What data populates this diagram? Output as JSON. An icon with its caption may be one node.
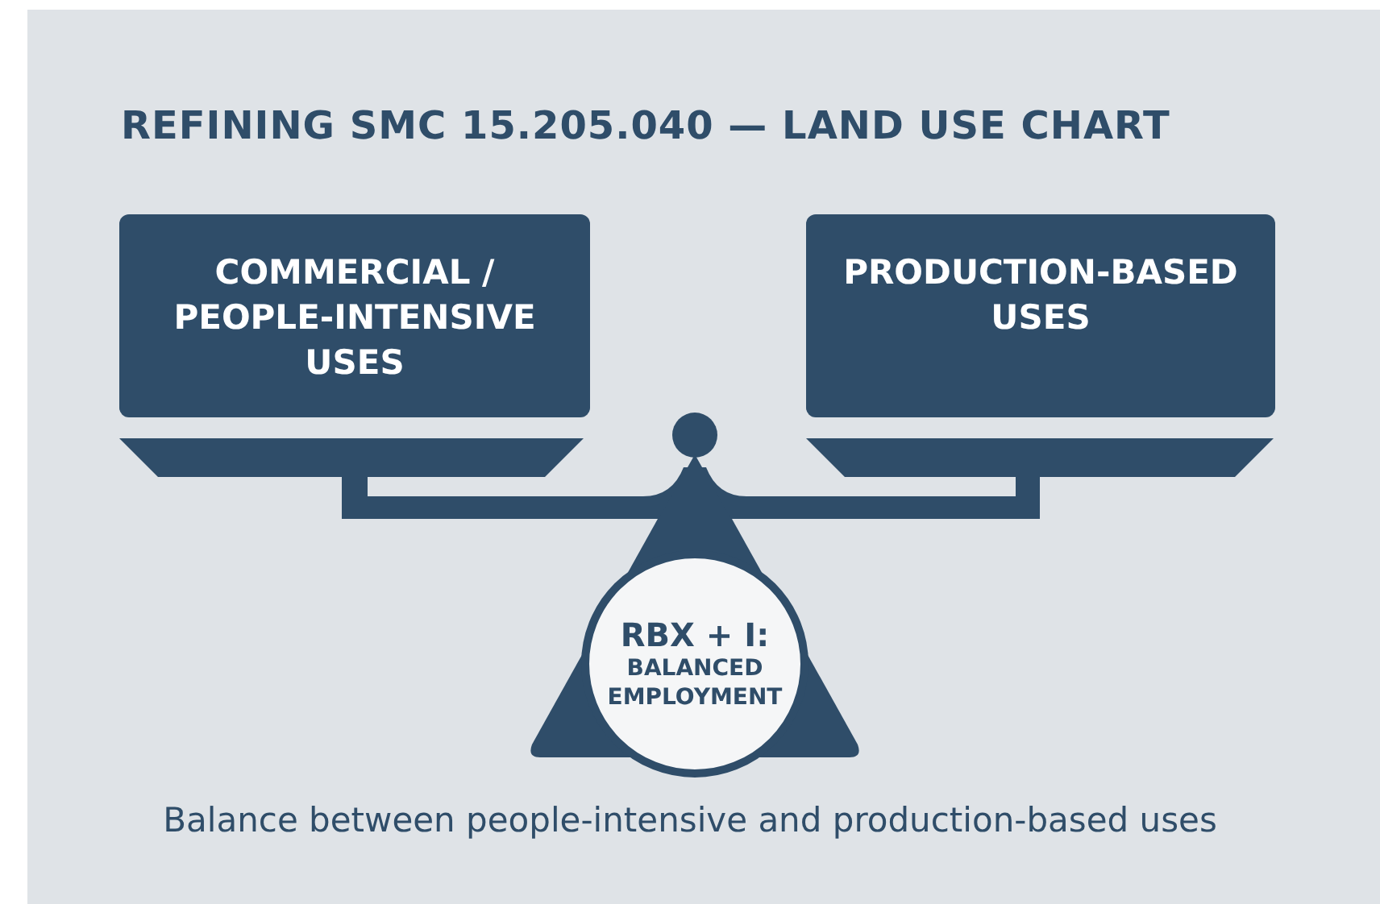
{
  "diagram": {
    "title": "REFINING SMC 15.205.040 — LAND USE CHART",
    "nodes": [
      {
        "text": [
          "COMMERCIAL / PEOPLE-INTENSIVE USES"
        ]
      },
      {
        "text": [
          "PRODUCTION-BASED USES"
        ]
      },
      {
        "text": [
          "RBX + I:",
          "BALANCED EMPLOYMENT"
        ]
      }
    ],
    "caption": "Balance between people-intensive and production-based uses"
  }
}
